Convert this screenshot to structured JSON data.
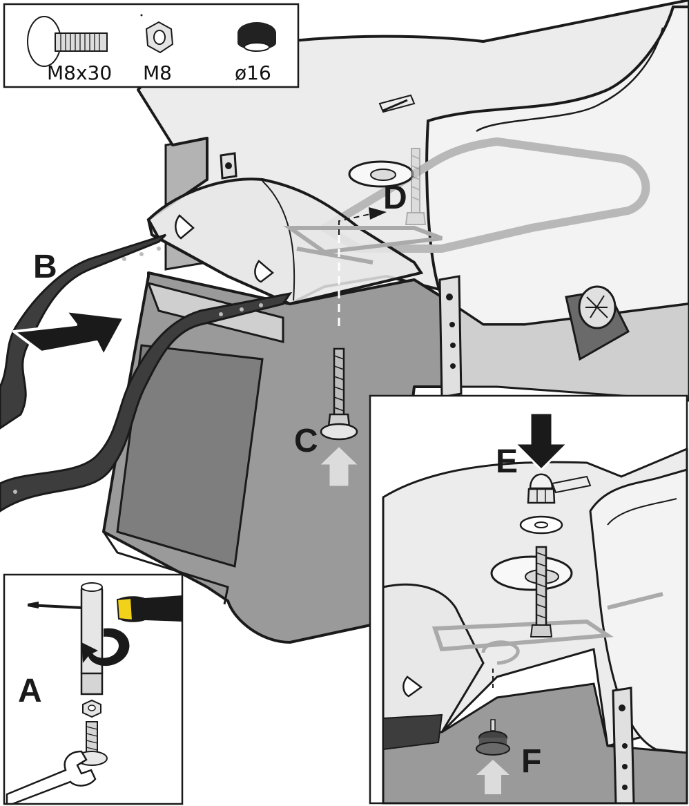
{
  "parts_legend": [
    {
      "icon": "carriage-bolt-icon",
      "label": "M8x30"
    },
    {
      "icon": "hex-nut-icon",
      "label": "M8"
    },
    {
      "icon": "plastic-cap-icon",
      "label": "ø16"
    }
  ],
  "steps": {
    "a": "A",
    "b": "B",
    "c": "C",
    "d": "D",
    "e": "E",
    "f": "F"
  },
  "colors": {
    "line": "#1a1a1a",
    "body": "#ececec",
    "shadow": "#9a9a9a",
    "dark": "#4a4a4a",
    "arrow_light": "#dcdcdc",
    "handle_yellow": "#f2d11b"
  }
}
